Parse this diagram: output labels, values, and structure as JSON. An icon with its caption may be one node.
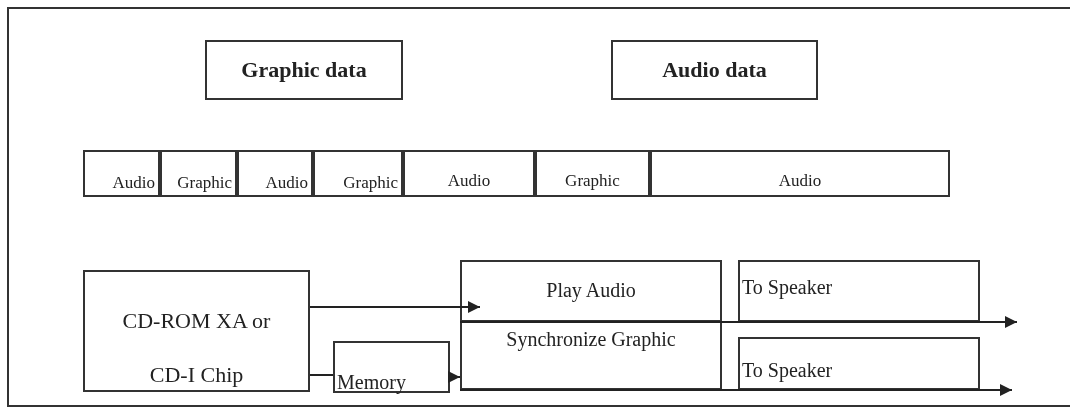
{
  "diagram": {
    "nodes": [
      {
        "text": [
          "Graphic data"
        ]
      },
      {
        "text": [
          "Audio data"
        ]
      },
      {
        "text": [
          "Audio"
        ]
      },
      {
        "text": [
          "Graphic"
        ]
      },
      {
        "text": [
          "Audio"
        ]
      },
      {
        "text": [
          "Graphic"
        ]
      },
      {
        "text": [
          "Audio"
        ]
      },
      {
        "text": [
          "Graphic"
        ]
      },
      {
        "text": [
          "Audio"
        ]
      },
      {
        "text": [
          "CD-ROM XA or CD-I Chip"
        ]
      },
      {
        "text": [
          "Memory"
        ]
      },
      {
        "text": [
          "Play Audio"
        ]
      },
      {
        "text": [
          "Synchronize Graphic"
        ]
      },
      {
        "text": [
          "To Speaker"
        ]
      },
      {
        "text": [
          "To Speaker"
        ]
      }
    ],
    "edges": [
      {
        "from": 9,
        "to": 11,
        "arrow": "to"
      },
      {
        "from": 9,
        "to": 10,
        "arrow": "none"
      },
      {
        "from": 10,
        "to": 12,
        "arrow": "to"
      },
      {
        "from": 11,
        "to": null,
        "arrow": "to"
      },
      {
        "from": 12,
        "to": null,
        "arrow": "to"
      }
    ]
  }
}
